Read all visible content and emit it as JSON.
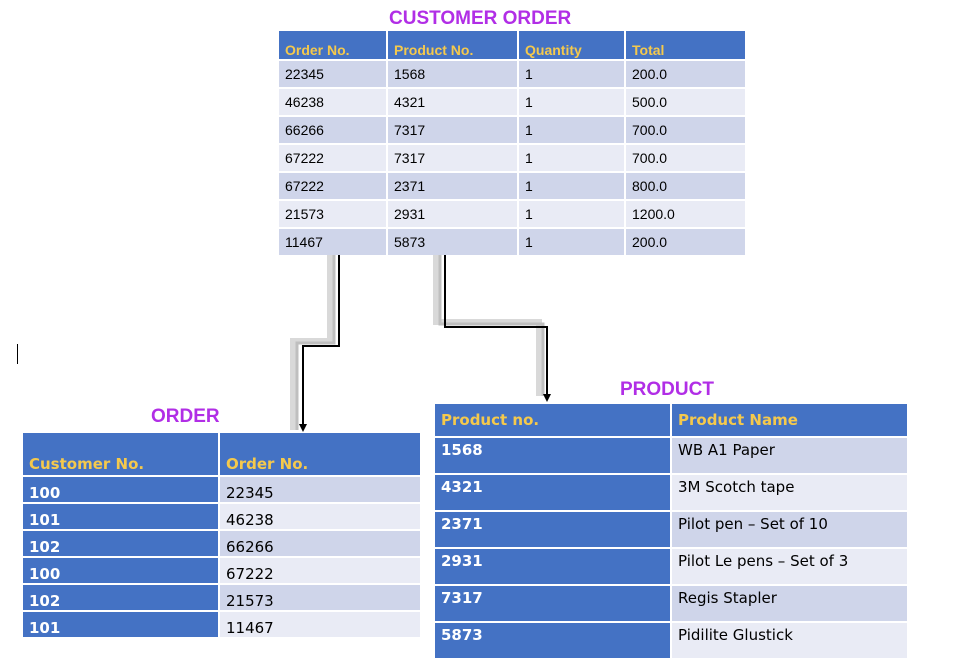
{
  "customer_order": {
    "title": "CUSTOMER ORDER",
    "headers": [
      "Order No.",
      "Product No.",
      "Quantity",
      "Total"
    ],
    "rows": [
      [
        "22345",
        "1568",
        "1",
        "200.0"
      ],
      [
        "46238",
        "4321",
        "1",
        "500.0"
      ],
      [
        "66266",
        "7317",
        "1",
        "700.0"
      ],
      [
        "67222",
        "7317",
        "1",
        "700.0"
      ],
      [
        "67222",
        "2371",
        "1",
        "800.0"
      ],
      [
        "21573",
        "2931",
        "1",
        "1200.0"
      ],
      [
        "11467",
        "5873",
        "1",
        "200.0"
      ]
    ]
  },
  "order": {
    "title": "ORDER",
    "headers": [
      "Customer No.",
      "Order No."
    ],
    "rows": [
      [
        "100",
        "22345"
      ],
      [
        "101",
        "46238"
      ],
      [
        "102",
        "66266"
      ],
      [
        "100",
        "67222"
      ],
      [
        "102",
        "21573"
      ],
      [
        "101",
        "11467"
      ]
    ]
  },
  "product": {
    "title": "PRODUCT",
    "headers": [
      "Product no.",
      "Product Name"
    ],
    "rows": [
      [
        "1568",
        "WB A1 Paper"
      ],
      [
        "4321",
        "3M Scotch tape"
      ],
      [
        "2371",
        "Pilot pen – Set of 10"
      ],
      [
        "2931",
        "Pilot Le pens – Set of 3"
      ],
      [
        "7317",
        "Regis Stapler"
      ],
      [
        "5873",
        "Pidilite Glustick"
      ]
    ]
  },
  "colors": {
    "title": "#b12ee6",
    "header_bg": "#4472c4",
    "header_text": "#f5c94c",
    "row_dark": "#cfd5ea",
    "row_light": "#e9ebf5"
  }
}
